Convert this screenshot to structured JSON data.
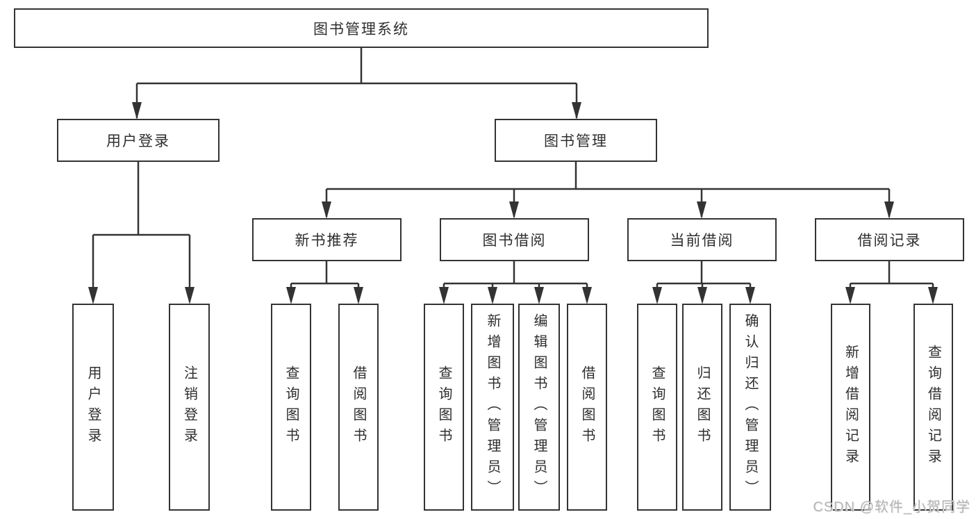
{
  "diagram": {
    "root": {
      "label": "图书管理系统"
    },
    "level2": [
      {
        "label": "用户登录",
        "children": [
          {
            "label": "用户登录"
          },
          {
            "label": "注销登录"
          }
        ]
      },
      {
        "label": "图书管理",
        "children": [
          {
            "label": "新书推荐",
            "children": [
              {
                "label": "查询图书"
              },
              {
                "label": "借阅图书"
              }
            ]
          },
          {
            "label": "图书借阅",
            "children": [
              {
                "label": "查询图书"
              },
              {
                "label": "新增图书（管理员）"
              },
              {
                "label": "编辑图书（管理员）"
              },
              {
                "label": "借阅图书"
              }
            ]
          },
          {
            "label": "当前借阅",
            "children": [
              {
                "label": "查询图书"
              },
              {
                "label": "归还图书"
              },
              {
                "label": "确认归还（管理员）"
              }
            ]
          },
          {
            "label": "借阅记录",
            "children": [
              {
                "label": "新增借阅记录"
              },
              {
                "label": "查询借阅记录"
              }
            ]
          }
        ]
      }
    ]
  },
  "watermark": {
    "text": "CSDN @软件_小贺同学"
  },
  "colors": {
    "line": "#333333",
    "box_border": "#333333",
    "text": "#2e2e2e",
    "background": "#ffffff",
    "watermark": "#b5b5b5"
  }
}
